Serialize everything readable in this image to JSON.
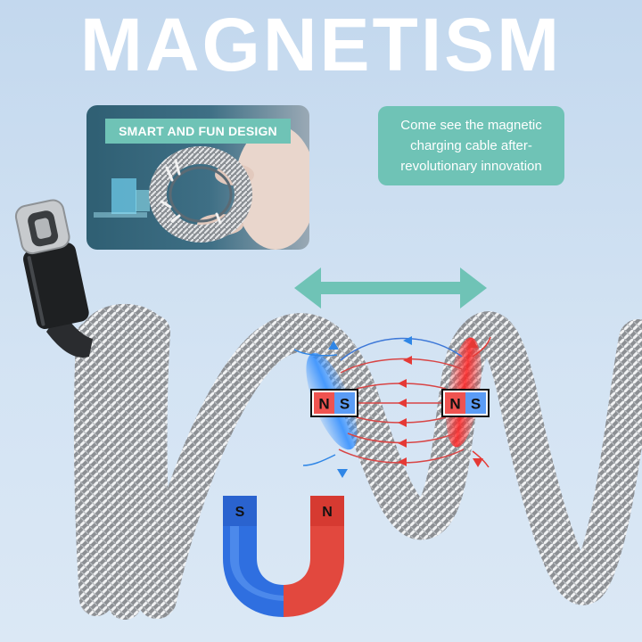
{
  "headline": "MAGNETISM",
  "photo_badge": "SMART AND FUN DESIGN",
  "callout": {
    "line1": "Come see the magnetic",
    "line2": "charging cable after-",
    "line3": "revolutionary innovation"
  },
  "magnets": {
    "left": {
      "n": "N",
      "s": "S"
    },
    "right": {
      "n": "N",
      "s": "S"
    },
    "horseshoe": {
      "s": "S",
      "n": "N"
    }
  },
  "colors": {
    "accent": "#6fc3b6",
    "north": "#e8453c",
    "south": "#3b82e6",
    "headline": "#ffffff"
  },
  "icons": [
    "double-arrow-icon",
    "usb-c-connector-icon",
    "bar-magnet-icon",
    "horseshoe-magnet-icon"
  ]
}
